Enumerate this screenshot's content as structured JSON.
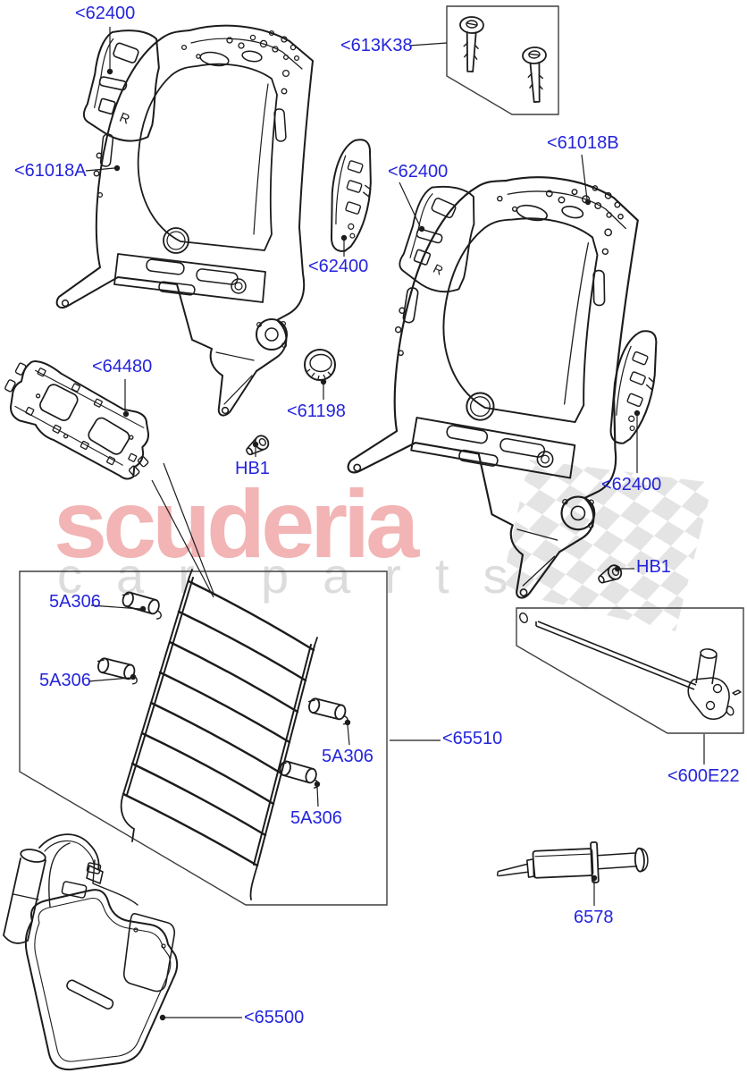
{
  "theme": {
    "label-color": "#2424dd",
    "line-color": "#1c1c1c",
    "box-line-color": "#3e3e3e",
    "brand-color": "#f2b4b4",
    "tagline-color": "#dcdcdc",
    "flag-color": "#e4e4e4",
    "background": "#ffffff"
  },
  "watermark": {
    "brand": "scuderia",
    "tagline_word1": "car",
    "tagline_word2": "parts"
  },
  "diagram": {
    "pad_marking": "R",
    "labels": [
      {
        "id": "62400-top-left",
        "text": "<62400"
      },
      {
        "id": "613K38",
        "text": "<613K38"
      },
      {
        "id": "61018A",
        "text": "<61018A"
      },
      {
        "id": "62400-upper-middle",
        "text": "<62400"
      },
      {
        "id": "61018B",
        "text": "<61018B"
      },
      {
        "id": "62400-left-frame",
        "text": "<62400"
      },
      {
        "id": "64480",
        "text": "<64480"
      },
      {
        "id": "61198",
        "text": "<61198"
      },
      {
        "id": "HB1-left",
        "text": "HB1"
      },
      {
        "id": "62400-far-right",
        "text": "<62400"
      },
      {
        "id": "HB1-right",
        "text": "HB1"
      },
      {
        "id": "5A306-1",
        "text": "5A306"
      },
      {
        "id": "5A306-2",
        "text": "5A306"
      },
      {
        "id": "65510",
        "text": "<65510"
      },
      {
        "id": "5A306-3",
        "text": "5A306"
      },
      {
        "id": "5A306-4",
        "text": "5A306"
      },
      {
        "id": "600E22",
        "text": "<600E22"
      },
      {
        "id": "6578",
        "text": "6578"
      },
      {
        "id": "65500",
        "text": "<65500"
      }
    ]
  }
}
